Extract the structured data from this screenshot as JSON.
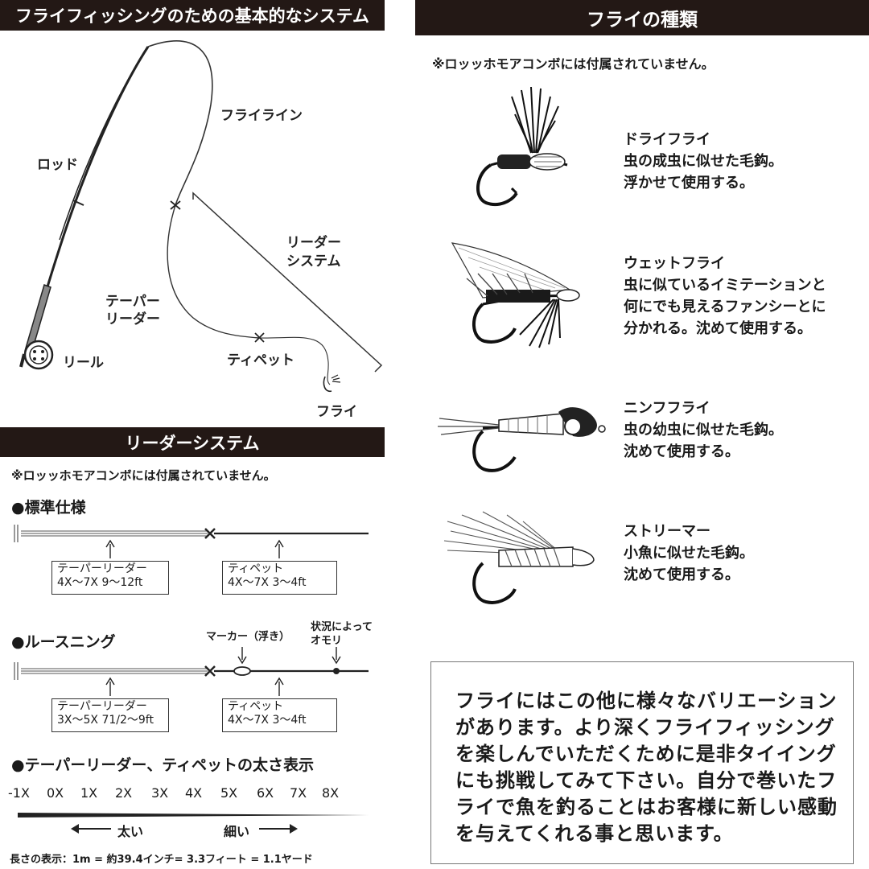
{
  "system": {
    "header": "フライフィッシングのための基本的なシステム",
    "labels": {
      "rod": "ロッド",
      "fly_line": "フライライン",
      "leader_system_1": "リーダー",
      "leader_system_2": "システム",
      "tapered_leader_1": "テーパー",
      "tapered_leader_2": "リーダー",
      "reel": "リール",
      "tippet": "ティペット",
      "fly": "フライ"
    }
  },
  "leader": {
    "header": "リーダーシステム",
    "note": "※ロッッホモアコンボには付属されていません。",
    "standard": {
      "title": "●標準仕様",
      "box1_line1": "テーパーリーダー",
      "box1_line2": "4X〜7X  9〜12ft",
      "box2_line1": "ティペット",
      "box2_line2": "4X〜7X  3〜4ft"
    },
    "loose": {
      "title": "●ルースニング",
      "marker": "マーカー（浮き）",
      "sinker_1": "状況によって",
      "sinker_2": "オモリ",
      "box1_line1": "テーパーリーダー",
      "box1_line2": "3X〜5X  71/2〜9ft",
      "box2_line1": "ティペット",
      "box2_line2": "4X〜7X  3〜4ft"
    },
    "thickness": {
      "title": "●テーパーリーダー、ティペットの太さ表示",
      "scale": [
        "-1X",
        "0X",
        "1X",
        "2X",
        "3X",
        "4X",
        "5X",
        "6X",
        "7X",
        "8X"
      ],
      "thick": "太い",
      "thin": "細い"
    },
    "length_note": "長さの表示：1m = 約39.4インチ= 3.3フィート = 1.1ヤード"
  },
  "flies": {
    "header": "フライの種類",
    "note": "※ロッッホモアコンボには付属されていません。",
    "items": [
      {
        "name": "ドライフライ",
        "line1": "虫の成虫に似せた毛鈎。",
        "line2": "浮かせて使用する。",
        "line3": ""
      },
      {
        "name": "ウェットフライ",
        "line1": "虫に似ているイミテーションと",
        "line2": "何にでも見えるファンシーとに",
        "line3": "分かれる。沈めて使用する。"
      },
      {
        "name": "ニンフフライ",
        "line1": "虫の幼虫に似せた毛鈎。",
        "line2": "沈めて使用する。",
        "line3": ""
      },
      {
        "name": "ストリーマー",
        "line1": "小魚に似せた毛鈎。",
        "line2": "沈めて使用する。",
        "line3": ""
      }
    ],
    "message": [
      "フライにはこの他に様々なバリエーション",
      "があります。より深くフライフィッシング",
      "を楽しんでいただくために是非タイイング",
      "にも挑戦してみて下さい。自分で巻いたフ",
      "ライで魚を釣ることはお客様に新しい感動",
      "を与えてくれる事と思います。"
    ]
  },
  "colors": {
    "header_bg": "#231815",
    "text": "#1a1a1a"
  }
}
